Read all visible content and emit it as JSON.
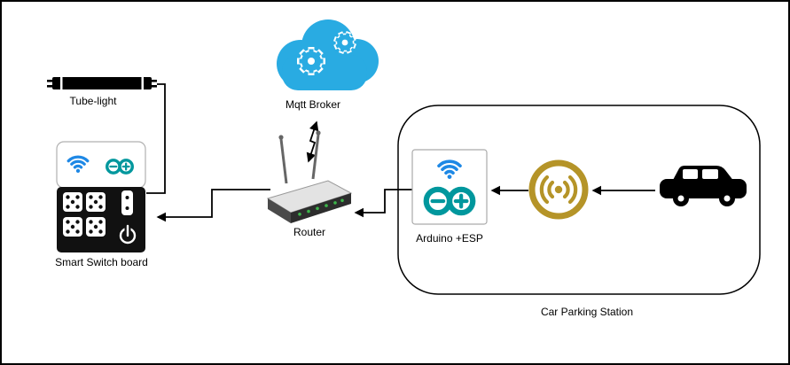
{
  "diagram": {
    "labels": {
      "mqtt_broker": "Mqtt Broker",
      "tube_light": "Tube-light",
      "smart_switch_board": "Smart Switch board",
      "router": "Router",
      "arduino_esp": "Arduino +ESP",
      "car_parking_station": "Car Parking Station"
    },
    "colors": {
      "cloud_blue": "#29ABE2",
      "wifi_blue": "#1E88E5",
      "arduino_teal": "#00979D",
      "sensor_gold": "#B59428",
      "led_green": "#3CB54A",
      "line": "#000000"
    },
    "icons": {
      "mqtt_broker": "cloud-gears-icon",
      "tube_light": "tube-light-icon",
      "smart_switch_board": "wifi-icon + arduino-logo-icon + switch-panel-icon",
      "router": "router-icon",
      "car_parking_station": "wifi-icon + arduino-logo-icon + proximity-sensor-icon + car-icon"
    }
  }
}
